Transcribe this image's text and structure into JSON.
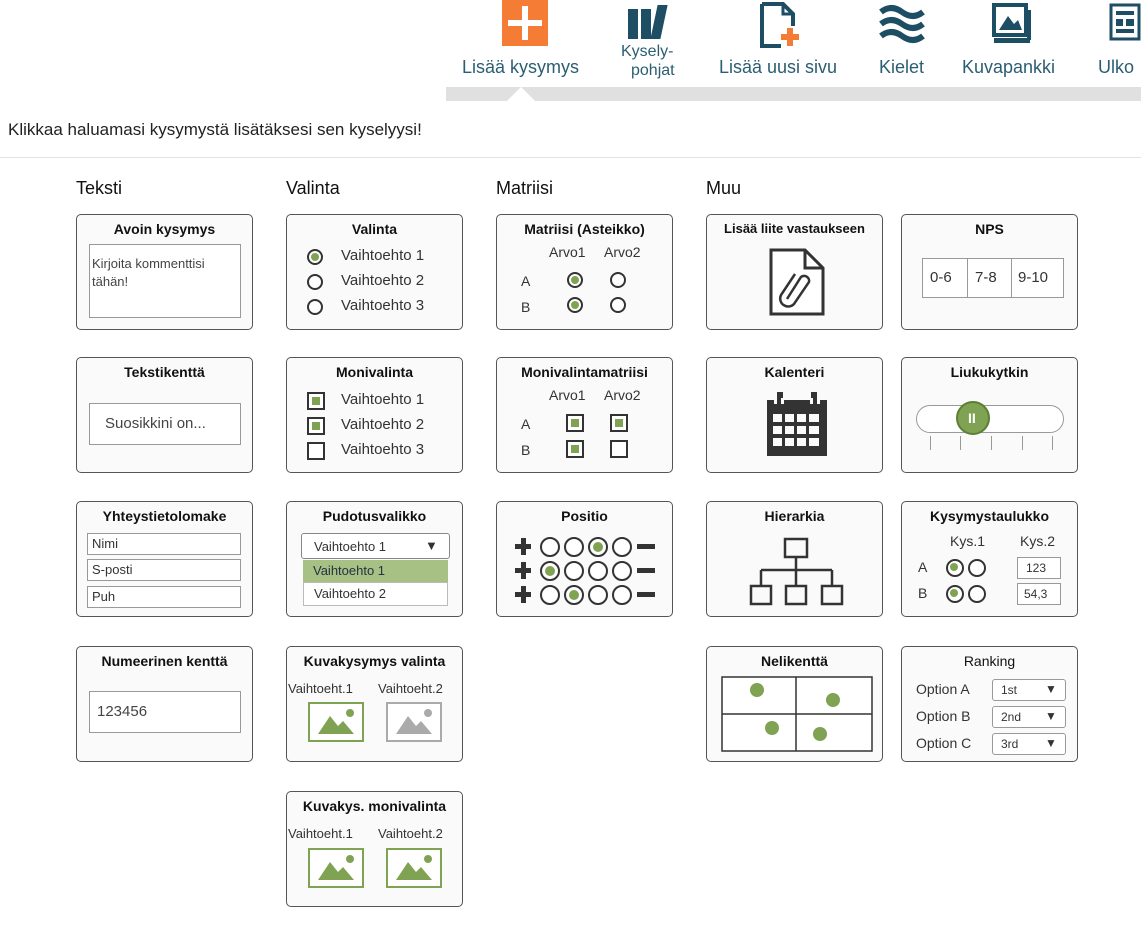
{
  "toolbar": {
    "items": [
      {
        "id": "add",
        "label": "Lisää kysymys",
        "icon": "plus-icon"
      },
      {
        "id": "templates",
        "label_line1": "Kysely-",
        "label_line2": "pohjat",
        "icon": "books-icon"
      },
      {
        "id": "newpage",
        "label": "Lisää uusi sivu",
        "icon": "add-page-icon"
      },
      {
        "id": "lang",
        "label": "Kielet",
        "icon": "waves-icon"
      },
      {
        "id": "images",
        "label": "Kuvapankki",
        "icon": "image-bank-icon"
      },
      {
        "id": "layout",
        "label": "Ulko",
        "icon": "layout-icon"
      }
    ],
    "accent": "#f47c35"
  },
  "hint": "Klikkaa haluamasi kysymystä lisätäksesi sen kyselyysi!",
  "columns": {
    "text": "Teksti",
    "choice": "Valinta",
    "matrix": "Matriisi",
    "other": "Muu"
  },
  "cards": {
    "open": {
      "title": "Avoin kysymys",
      "placeholder": "Kirjoita kommenttisi tähän!"
    },
    "textfield": {
      "title": "Tekstikenttä",
      "value": "Suosikkini on..."
    },
    "contact": {
      "title": "Yhteystietolomake",
      "f1": "Nimi",
      "f2": "S-posti",
      "f3": "Puh"
    },
    "numeric": {
      "title": "Numeerinen kenttä",
      "value": "123456"
    },
    "choice": {
      "title": "Valinta",
      "o1": "Vaihtoehto 1",
      "o2": "Vaihtoehto 2",
      "o3": "Vaihtoehto 3"
    },
    "multi": {
      "title": "Monivalinta",
      "o1": "Vaihtoehto 1",
      "o2": "Vaihtoehto 2",
      "o3": "Vaihtoehto 3"
    },
    "dropdown": {
      "title": "Pudotusvalikko",
      "selected": "Vaihtoehto 1",
      "o1": "Vaihtoehto 1",
      "o2": "Vaihtoehto 2",
      "arrow": "▼"
    },
    "imgchoice": {
      "title": "Kuvakysymys valinta",
      "c1": "Vaihtoeht.1",
      "c2": "Vaihtoeht.2"
    },
    "imgmulti": {
      "title": "Kuvakys. monivalinta",
      "c1": "Vaihtoeht.1",
      "c2": "Vaihtoeht.2"
    },
    "matrix": {
      "title": "Matriisi (Asteikko)",
      "c1": "Arvo1",
      "c2": "Arvo2",
      "r1": "A",
      "r2": "B"
    },
    "multimatrix": {
      "title": "Monivalintamatriisi",
      "c1": "Arvo1",
      "c2": "Arvo2",
      "r1": "A",
      "r2": "B"
    },
    "position": {
      "title": "Positio"
    },
    "attach": {
      "title": "Lisää liite vastaukseen"
    },
    "calendar": {
      "title": "Kalenteri"
    },
    "hierarchy": {
      "title": "Hierarkia"
    },
    "quad": {
      "title": "Nelikenttä"
    },
    "nps": {
      "title": "NPS",
      "b1": "0-6",
      "b2": "7-8",
      "b3": "9-10"
    },
    "slider": {
      "title": "Liukukytkin",
      "handle": "II"
    },
    "qtable": {
      "title": "Kysymystaulukko",
      "c1": "Kys.1",
      "c2": "Kys.2",
      "r1": "A",
      "r2": "B",
      "v1": "123",
      "v2": "54,3"
    },
    "ranking": {
      "title": "Ranking",
      "o1": "Option A",
      "o2": "Option B",
      "o3": "Option C",
      "s1": "1st",
      "s2": "2nd",
      "s3": "3rd",
      "arrow": "▼"
    }
  },
  "colors": {
    "green": "#7fa352",
    "text": "#2b5e73"
  }
}
